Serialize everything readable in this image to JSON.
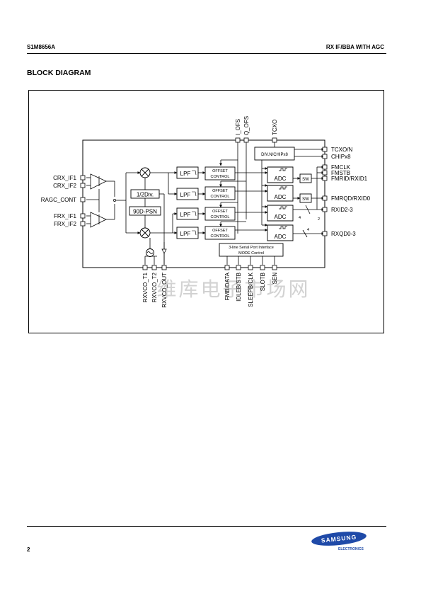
{
  "header": {
    "part_number": "S1M8656A",
    "doc_title": "RX IF/BBA WITH AGC"
  },
  "section_title": "BLOCK DIAGRAM",
  "diagram": {
    "watermark": "维库电子市场网",
    "left_pins": [
      "CRX_IF1",
      "CRX_IF2",
      "RAGC_CONT",
      "FRX_IF1",
      "FRX_IF2"
    ],
    "top_pins": [
      "I_OFS",
      "Q_OFS",
      "TCXO"
    ],
    "right_pins": [
      "TCXO/N",
      "CHIPx8",
      "FMCLK",
      "FMSTB",
      "FMRID/RXID1",
      "FMRQD/RXID0",
      "RXID2-3",
      "RXQD0-3"
    ],
    "bottom_left_pins": [
      "RXVCO_T1",
      "RXVCO_T2",
      "RXVCO_OUT"
    ],
    "bottom_right_pins": [
      "FMB/DATA",
      "IDLEB/STB",
      "SLEEPB/CLK",
      "SLOTB",
      "SEN"
    ],
    "blocks": {
      "div_half": "1/2Div.",
      "psn": "90D-PSN",
      "lpf": "LPF",
      "offset_line1": "OFFSET",
      "offset_line2": "CONTROL",
      "adc": "ADC",
      "sw": "SW",
      "divn": "DIV.N/CHIPx8",
      "spi_line1": "3-line Serial Port Interface",
      "spi_line2": "MODE Control"
    },
    "bus_width_4": "4",
    "bus_width_2": "2"
  },
  "footer": {
    "page_number": "2",
    "logo_text": "SAMSUNG",
    "logo_subtext": "ELECTRONICS"
  }
}
